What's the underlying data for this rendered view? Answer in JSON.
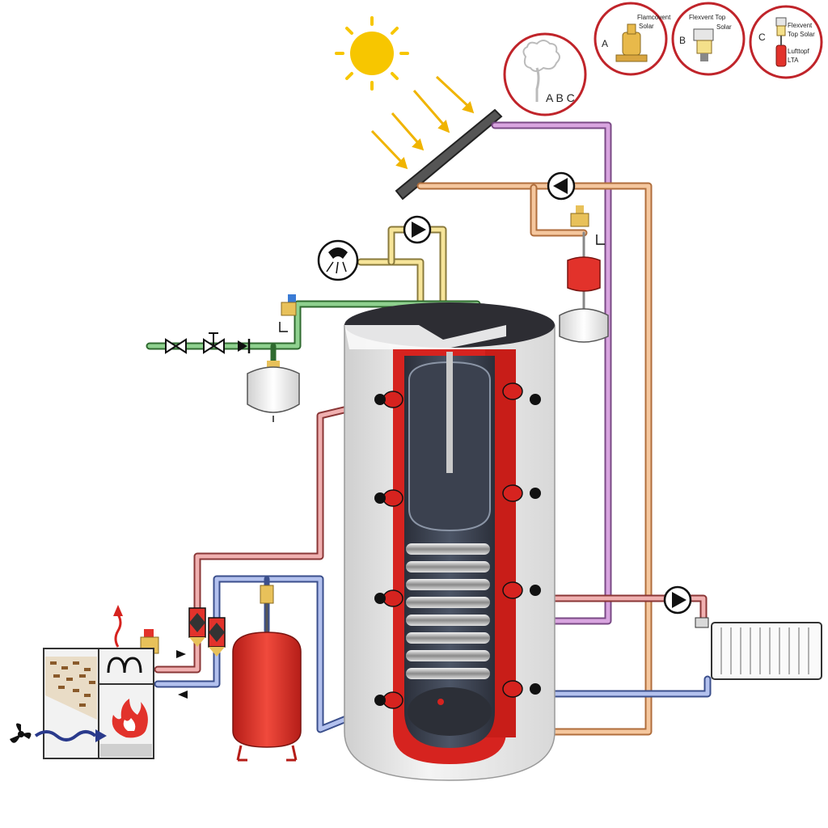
{
  "callouts": {
    "vent_group": {
      "text": "A B C"
    },
    "a": {
      "letter": "A",
      "line1": "Flamcovent",
      "line2": "Solar"
    },
    "b": {
      "letter": "B",
      "line1": "Flexvent Top",
      "line2": "Solar"
    },
    "c": {
      "letter": "C",
      "line1": "Flexvent",
      "line2": "Top Solar",
      "line3": "Lufttopf",
      "line4": "LTA"
    }
  },
  "colors": {
    "hot_pipe": "#e8a0a0",
    "cold_pipe": "#9fb0e0",
    "solar_pipe": "#c58ad0",
    "solar_return": "#f2b98a",
    "water_pipe": "#f5e08a",
    "supply_pipe": "#7cbf7c",
    "vessel_red": "#e2322b",
    "tank_red": "#d6231f",
    "sun": "#f7c600",
    "callout_ring": "#c0242a"
  },
  "icons": [
    "sun-icon",
    "solar-collector-icon",
    "pump-icon",
    "shower-icon",
    "valve-icon",
    "check-valve-icon",
    "expansion-vessel-icon",
    "safety-valve-icon",
    "pellet-boiler-icon",
    "flame-icon",
    "fan-icon",
    "radiator-icon",
    "steam-icon"
  ]
}
